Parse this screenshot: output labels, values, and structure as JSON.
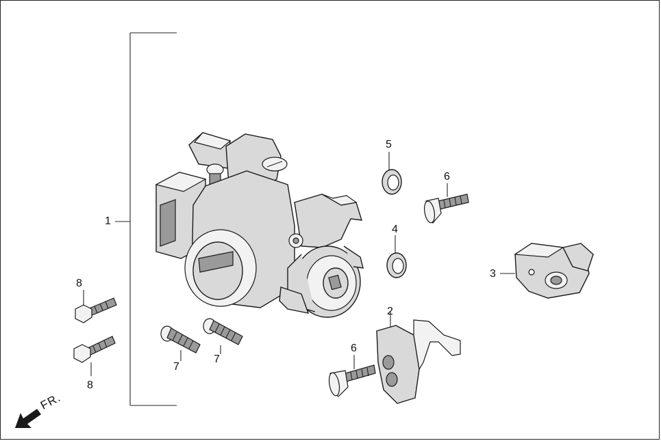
{
  "callouts": {
    "c1": "1",
    "c2": "2",
    "c3": "3",
    "c4": "4",
    "c5": "5",
    "c6a": "6",
    "c6b": "6",
    "c7a": "7",
    "c7b": "7",
    "c8a": "8",
    "c8b": "8"
  },
  "direction_label": "FR.",
  "icons": {
    "direction": "front-arrow-icon"
  }
}
